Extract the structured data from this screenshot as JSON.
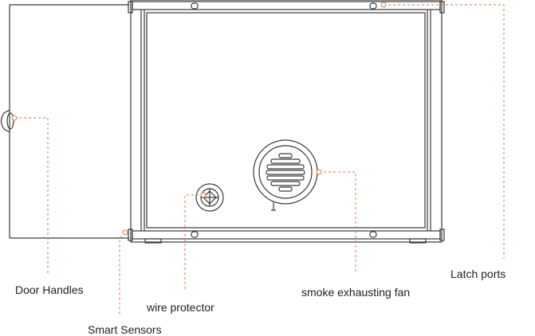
{
  "callouts": {
    "door_handles": "Door Handles",
    "wire_protector": "wire protector",
    "smart_sensors": "Smart Sensors",
    "smoke_fan": "smoke exhausting fan",
    "latch_ports": "Latch ports"
  },
  "colors": {
    "line": "#3a3a3a",
    "callout": "#e8733a",
    "background": "#ffffff"
  }
}
